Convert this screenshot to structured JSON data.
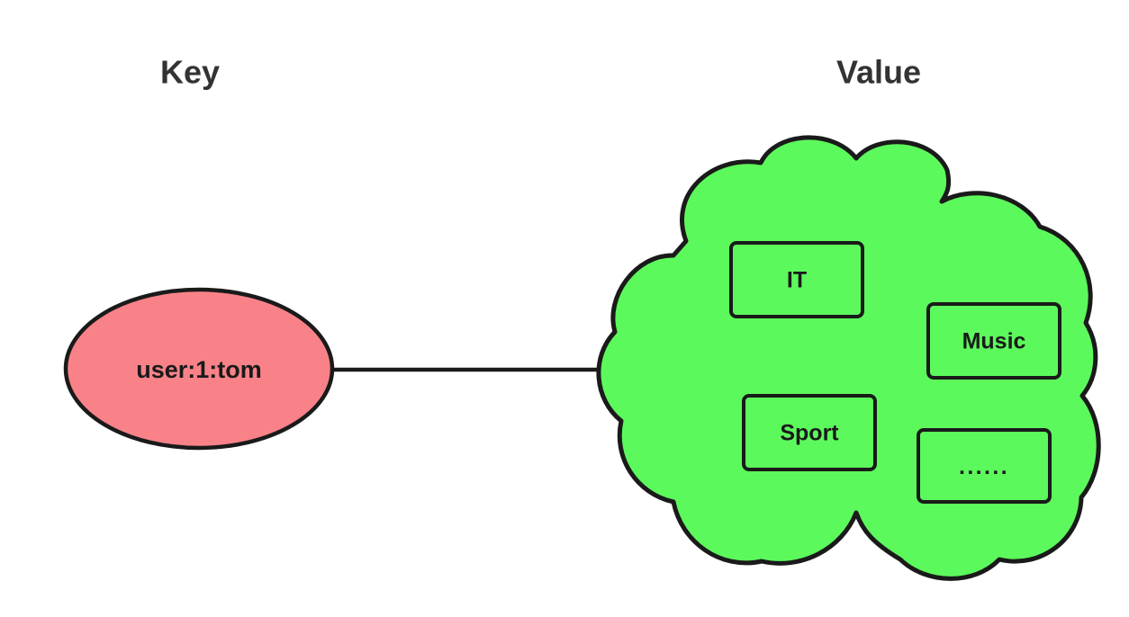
{
  "diagram": {
    "type": "key-value-mapping",
    "background_color": "#ffffff",
    "headers": {
      "key_label": "Key",
      "value_label": "Value"
    },
    "key_node": {
      "label": "user:1:tom",
      "shape": "ellipse",
      "fill_color": "#f98289",
      "stroke_color": "#1a1a1a"
    },
    "value_node": {
      "shape": "cloud",
      "fill_color": "#5cf95c",
      "stroke_color": "#1a1a1a",
      "items": [
        {
          "label": "IT",
          "name": "it"
        },
        {
          "label": "Music",
          "name": "music"
        },
        {
          "label": "Sport",
          "name": "sport"
        },
        {
          "label": "······",
          "name": "ellipsis"
        }
      ]
    },
    "connector": {
      "type": "arrow",
      "direction": "key-to-value",
      "stroke_color": "#1a1a1a"
    }
  }
}
